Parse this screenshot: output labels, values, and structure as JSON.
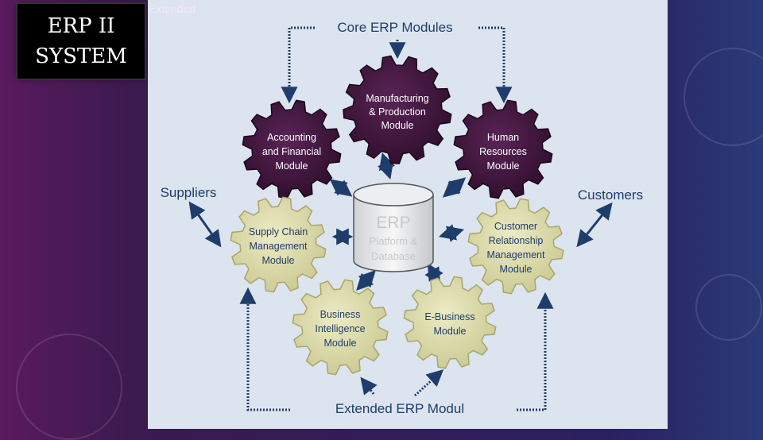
{
  "slide": {
    "title_line1": "ERP  II",
    "title_line2": "SYSTEM",
    "tag": "Extended"
  },
  "diagram": {
    "core_heading": "Core ERP Modules",
    "extended_heading": "Extended ERP Modul",
    "suppliers": "Suppliers",
    "customers": "Customers",
    "center": {
      "title": "ERP",
      "line1": "Platform &",
      "line2": "Database"
    },
    "core_modules": [
      {
        "id": "manufacturing",
        "lines": [
          "Manufacturing",
          "& Production",
          "Module"
        ]
      },
      {
        "id": "accounting",
        "lines": [
          "Accounting",
          "and Financial",
          "Module"
        ]
      },
      {
        "id": "hr",
        "lines": [
          "Human",
          "Resources",
          "Module"
        ]
      }
    ],
    "extended_modules": [
      {
        "id": "scm",
        "lines": [
          "Supply Chain",
          "Management",
          "Module"
        ]
      },
      {
        "id": "crm",
        "lines": [
          "Customer",
          "Relationship",
          "Management",
          "Module"
        ]
      },
      {
        "id": "bi",
        "lines": [
          "Business",
          "Intelligence",
          "Module"
        ]
      },
      {
        "id": "ebiz",
        "lines": [
          "E-Business",
          "Module"
        ]
      }
    ],
    "colors": {
      "core_gear": "#3a1338",
      "extended_gear": "#d9d8a6",
      "arrow": "#1f3d6b",
      "heading_text": "#1f3d6b"
    }
  }
}
